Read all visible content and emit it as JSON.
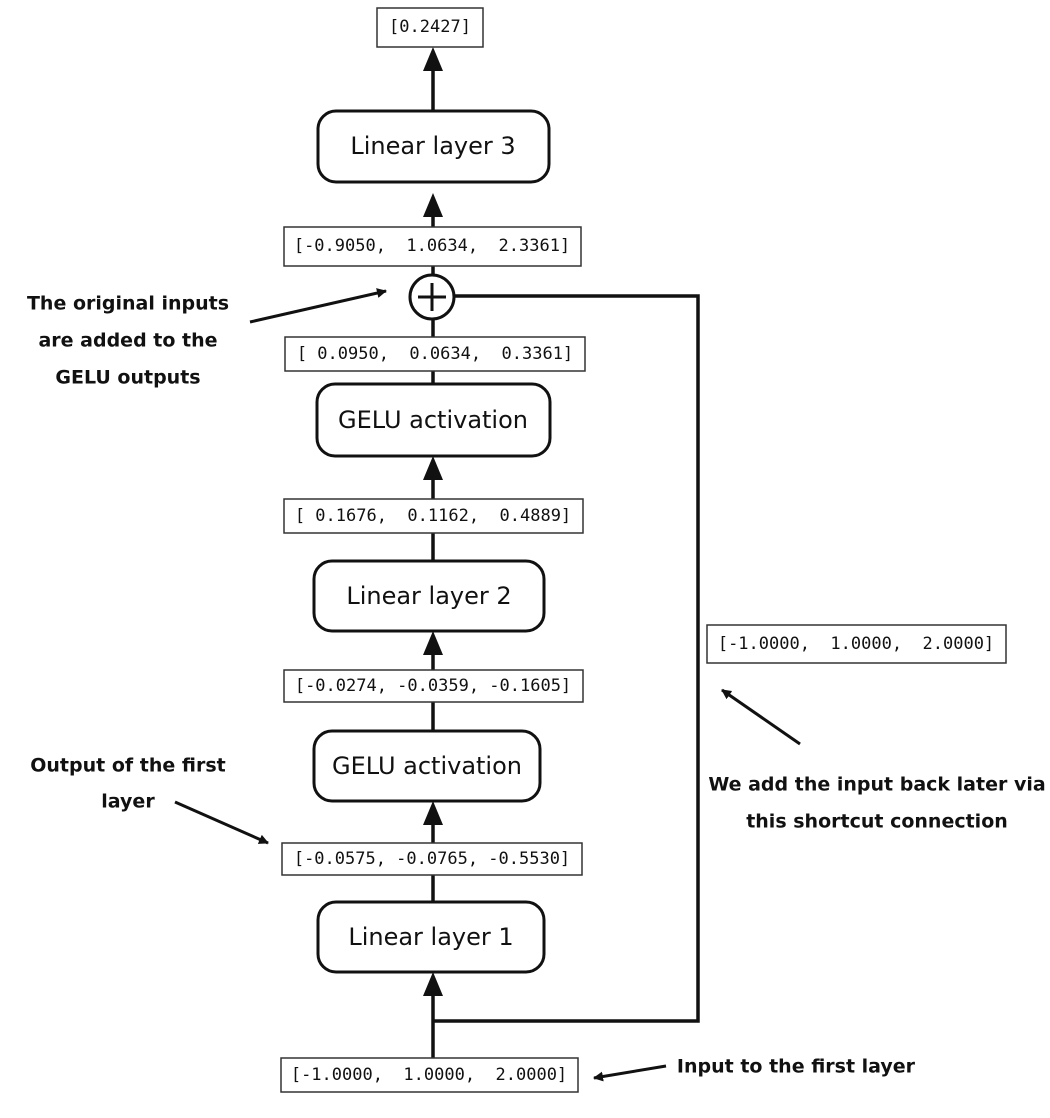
{
  "layers": {
    "linear1": "Linear layer 1",
    "gelu1": "GELU activation",
    "linear2": "Linear layer 2",
    "gelu2": "GELU activation",
    "linear3": "Linear layer 3"
  },
  "tensors": {
    "input": "[-1.0000,  1.0000,  2.0000]",
    "linear1_out": "[-0.0575, -0.0765, -0.5530]",
    "gelu1_out": "[-0.0274, -0.0359, -0.1605]",
    "linear2_out": "[ 0.1676,  0.1162,  0.4889]",
    "gelu2_out": "[ 0.0950,  0.0634,  0.3361]",
    "sum_out": "[-0.9050,  1.0634,  2.3361]",
    "shortcut": "[-1.0000,  1.0000,  2.0000]",
    "final_out": "[0.2427]"
  },
  "annotations": {
    "original_inputs": [
      "The original inputs",
      "are added to the",
      "GELU outputs"
    ],
    "first_output": [
      "Output of the first",
      "layer"
    ],
    "shortcut": [
      "We add the input back later via",
      "this shortcut connection"
    ],
    "input_label": "Input to the first layer"
  }
}
